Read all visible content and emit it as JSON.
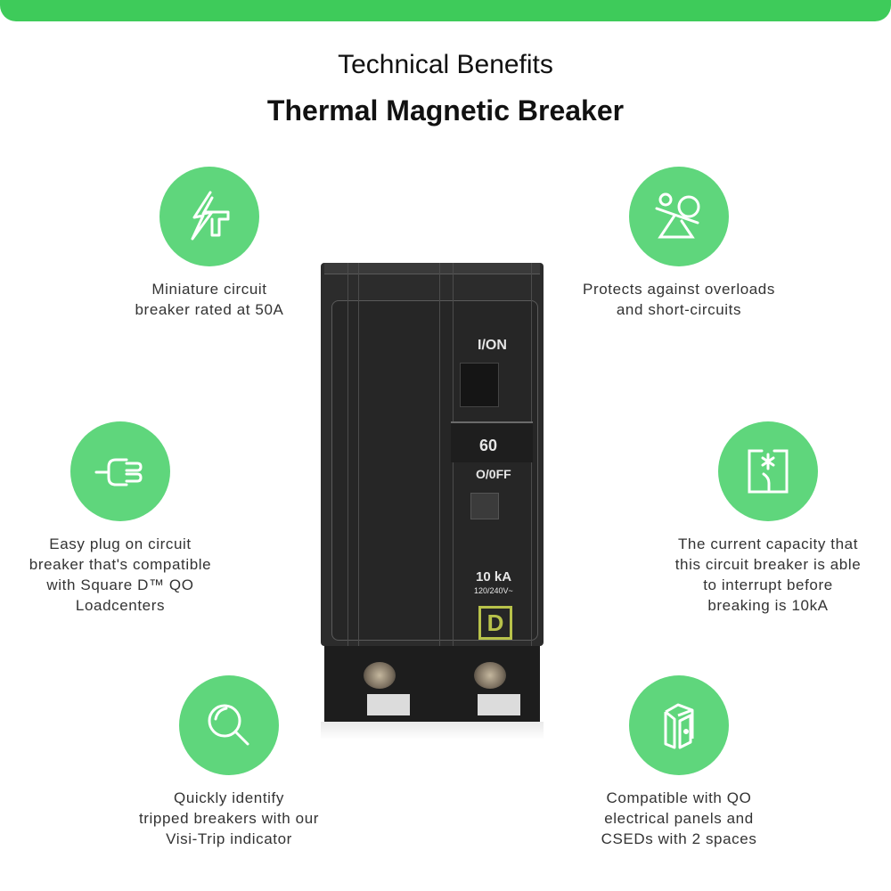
{
  "header": {
    "subtitle": "Technical Benefits",
    "title": "Thermal Magnetic Breaker"
  },
  "colors": {
    "accent_bar": "#3ecb5a",
    "icon_circle": "#5fd67c"
  },
  "features": [
    {
      "icon": "lightning-t-icon",
      "lines": [
        "Miniature circuit",
        "breaker rated at 50A"
      ]
    },
    {
      "icon": "seesaw-balance-icon",
      "lines": [
        "Protects against overloads",
        "and short-circuits"
      ]
    },
    {
      "icon": "plug-icon",
      "lines": [
        "Easy plug on circuit",
        "breaker that's compatible",
        "with Square D™ QO",
        "Loadcenters"
      ]
    },
    {
      "icon": "circuit-interrupt-icon",
      "lines": [
        "The current capacity that",
        "this circuit breaker is able",
        "to interrupt before",
        "breaking is 10kA"
      ]
    },
    {
      "icon": "magnifier-icon",
      "lines": [
        "Quickly identify",
        "tripped breakers with our",
        "Visi-Trip indicator"
      ]
    },
    {
      "icon": "panel-door-icon",
      "lines": [
        "Compatible with QO",
        "electrical panels and",
        "CSEDs with 2 spaces"
      ]
    }
  ],
  "product": {
    "on_label": "I/ON",
    "amp_rating": "60",
    "off_label": "O/0FF",
    "interrupt_rating": "10 kA",
    "voltage": "120/240V~",
    "logo_letter": "D"
  }
}
